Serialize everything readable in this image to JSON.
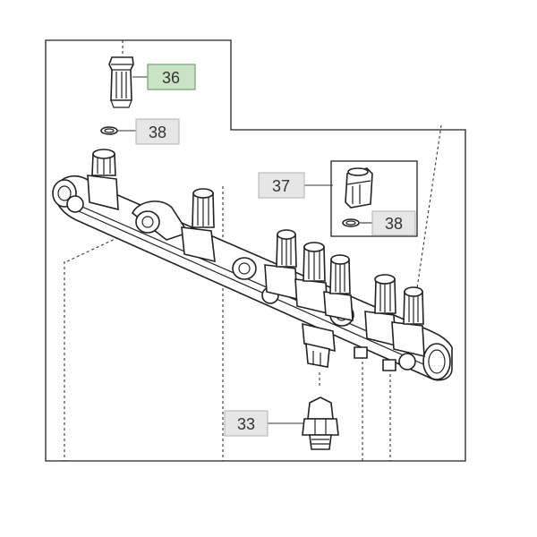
{
  "callouts": {
    "c36": "36",
    "c38_top": "38",
    "c37": "37",
    "c38_inset": "38",
    "c33": "33"
  },
  "colors": {
    "highlight_fill": "#c9e3c4",
    "highlight_stroke": "#6ea36a",
    "label_fill": "#e6e6e6",
    "label_stroke": "#b8b8b8",
    "line": "#222222"
  }
}
